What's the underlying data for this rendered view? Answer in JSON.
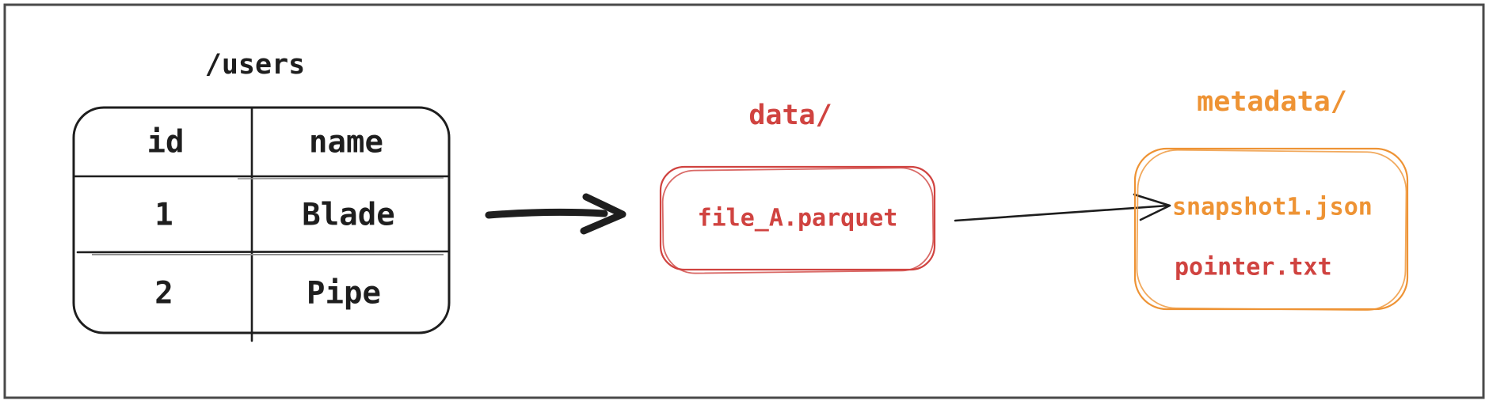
{
  "canvas": {
    "background": "#ffffff",
    "frame_color": "#4a4a4a"
  },
  "users_table": {
    "title": "/users",
    "columns": [
      "id",
      "name"
    ],
    "rows": [
      [
        "1",
        "Blade"
      ],
      [
        "2",
        "Pipe"
      ]
    ],
    "ink_color": "#1e1e1e"
  },
  "data_folder": {
    "label": "data/",
    "file": "file_A.parquet",
    "color": "#d04340"
  },
  "metadata_folder": {
    "label": "metadata/",
    "color": "#ee9334",
    "files": [
      {
        "name": "snapshot1.json",
        "color": "#ee9334"
      },
      {
        "name": "pointer.txt",
        "color": "#d04340"
      }
    ]
  },
  "arrows": {
    "table_to_data": "bold-arrow",
    "data_to_metadata": "thin-arrow"
  }
}
